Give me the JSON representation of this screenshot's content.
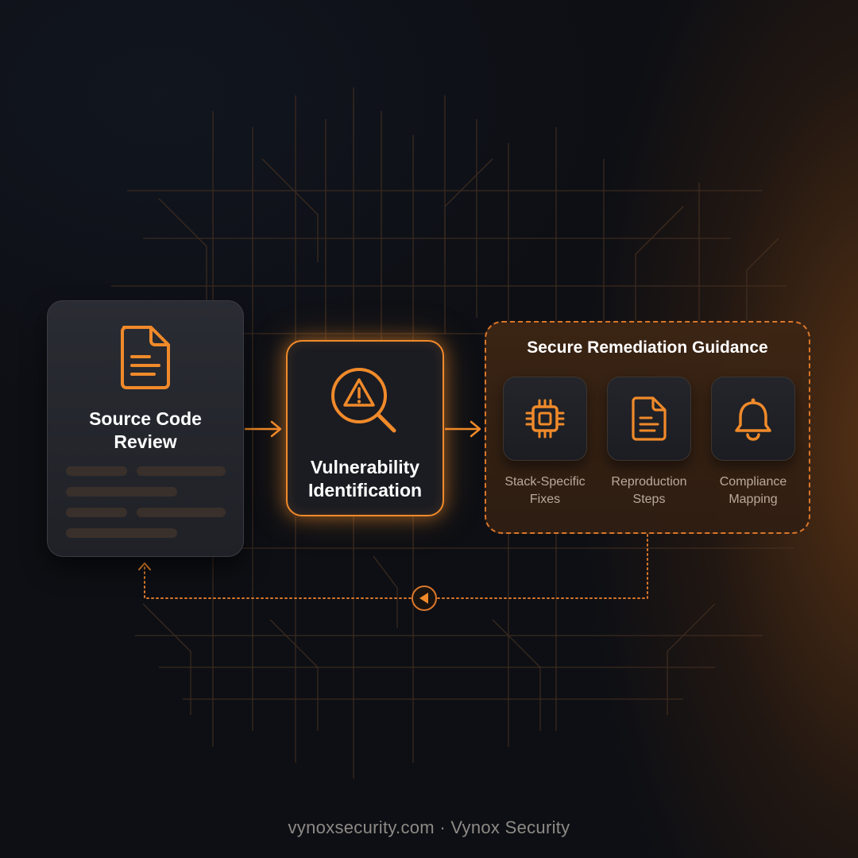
{
  "colors": {
    "accent": "#f08a2a",
    "background": "#0d0f14",
    "card": "#24262c",
    "text": "#ffffff",
    "muted_text": "#b9aa9c",
    "footer_text": "#8e8a86"
  },
  "nodes": {
    "source": {
      "title_line1": "Source Code",
      "title_line2": "Review",
      "icon": "document-icon"
    },
    "vulnerability": {
      "title_line1": "Vulnerability",
      "title_line2": "Identification",
      "icon": "magnifier-warning-icon"
    },
    "remediation": {
      "title": "Secure Remediation Guidance",
      "items": [
        {
          "label_line1": "Stack-Specific",
          "label_line2": "Fixes",
          "icon": "chip-icon"
        },
        {
          "label_line1": "Reproduction",
          "label_line2": "Steps",
          "icon": "document-icon"
        },
        {
          "label_line1": "Compliance",
          "label_line2": "Mapping",
          "icon": "bell-icon"
        }
      ]
    }
  },
  "flow": {
    "edges": [
      {
        "from": "source",
        "to": "vulnerability",
        "style": "solid-arrow"
      },
      {
        "from": "vulnerability",
        "to": "remediation",
        "style": "solid-arrow"
      },
      {
        "from": "remediation",
        "to": "source",
        "style": "dotted-arrow",
        "marker": "left-arrow-circle-icon"
      }
    ]
  },
  "footer": {
    "text": "vynoxsecurity.com · Vynox Security"
  }
}
